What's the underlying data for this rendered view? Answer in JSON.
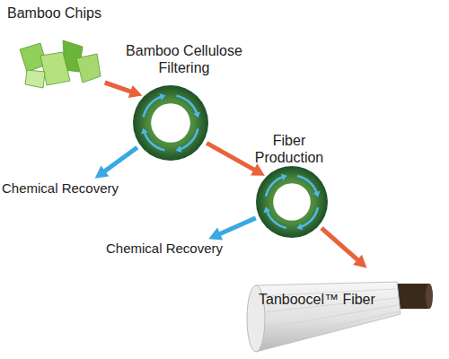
{
  "diagram": {
    "nodes": [
      {
        "text": [
          "Bamboo Chips"
        ]
      },
      {
        "text": [
          "Bamboo Cellulose Filtering"
        ]
      },
      {
        "text": [
          "Chemical Recovery"
        ]
      },
      {
        "text": [
          "Fiber Production"
        ]
      },
      {
        "text": [
          "Chemical Recovery"
        ]
      },
      {
        "text": [
          "Tanboocel™ Fiber"
        ]
      }
    ],
    "edges": [
      {
        "from": 0,
        "to": 1,
        "arrow": "to"
      },
      {
        "from": 1,
        "to": 2,
        "arrow": "to"
      },
      {
        "from": 1,
        "to": 3,
        "arrow": "to"
      },
      {
        "from": 3,
        "to": 4,
        "arrow": "to"
      },
      {
        "from": 3,
        "to": 5,
        "arrow": "to"
      }
    ]
  }
}
